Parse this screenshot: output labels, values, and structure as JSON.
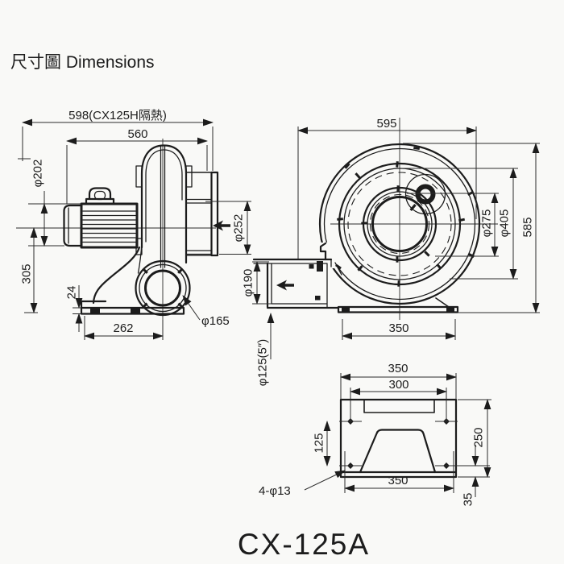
{
  "title": "尺寸圖 Dimensions",
  "model": "CX-125A",
  "colors": {
    "line": "#1c1c1c",
    "dim": "#2b2b2b",
    "bg": "#f9f9f7"
  },
  "side": {
    "overall_length": "598(CX125H隔熱)",
    "housing_length": "560",
    "motor_diameter": "φ202",
    "inlet_diameter": "φ252",
    "center_height": "305",
    "base_thickness": "24",
    "base_length": "262",
    "outlet_diameter": "φ165"
  },
  "front": {
    "overall_width": "595",
    "inner_diameter": "φ275",
    "mid_diameter": "φ405",
    "overall_height": "585",
    "outlet_opening": "φ190",
    "outlet_pipe": "φ125(5″)",
    "base_width": "350"
  },
  "bottom": {
    "base_top_width": "350",
    "hole_span_width": "300",
    "hole_span_depth": "125",
    "base_depth": "250",
    "foot_width": "350",
    "hole_edge_offset": "35",
    "mounting_holes": "4-φ13"
  }
}
